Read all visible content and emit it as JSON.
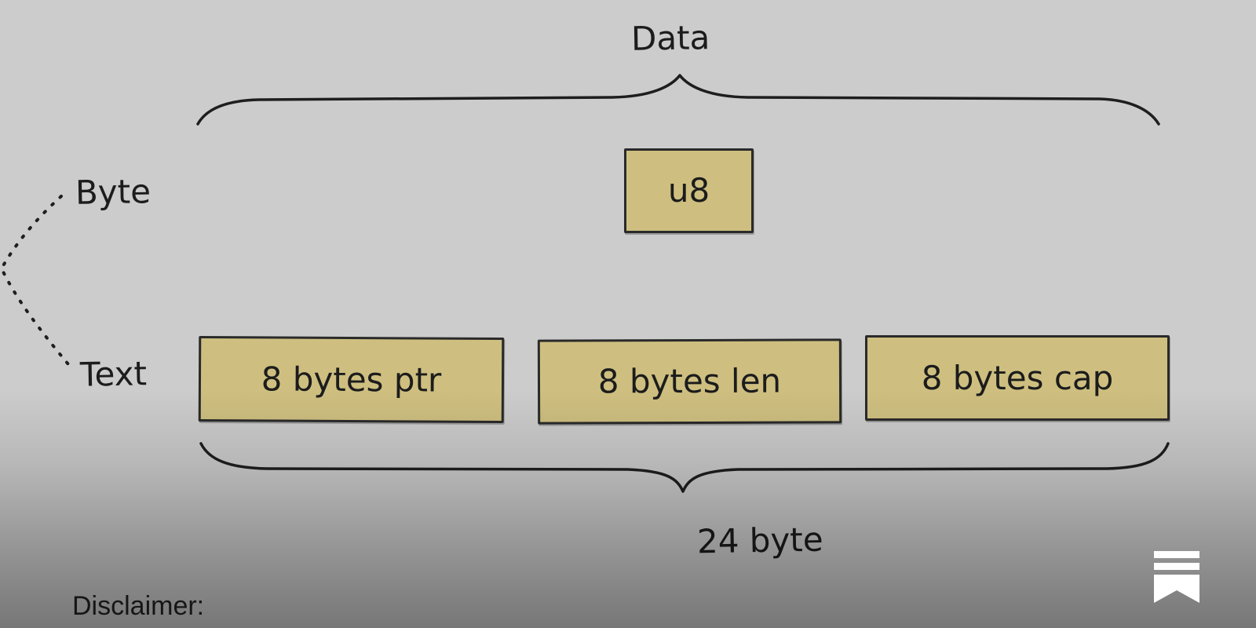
{
  "diagram": {
    "top_brace_label": "Data",
    "bottom_brace_label": "24 byte",
    "row_labels": {
      "byte": "Byte",
      "text": "Text"
    },
    "boxes": {
      "u8": "u8",
      "ptr": "8 bytes ptr",
      "len": "8 bytes len",
      "cap": "8 bytes cap"
    }
  },
  "footer": {
    "disclaimer": "Disclaimer:"
  },
  "icons": {
    "bookmark": "bookmark-icon"
  },
  "colors": {
    "background": "#cccccc",
    "box_fill": "#cebf80",
    "ink": "#1c1c1c",
    "bookmark": "#ffffff"
  }
}
